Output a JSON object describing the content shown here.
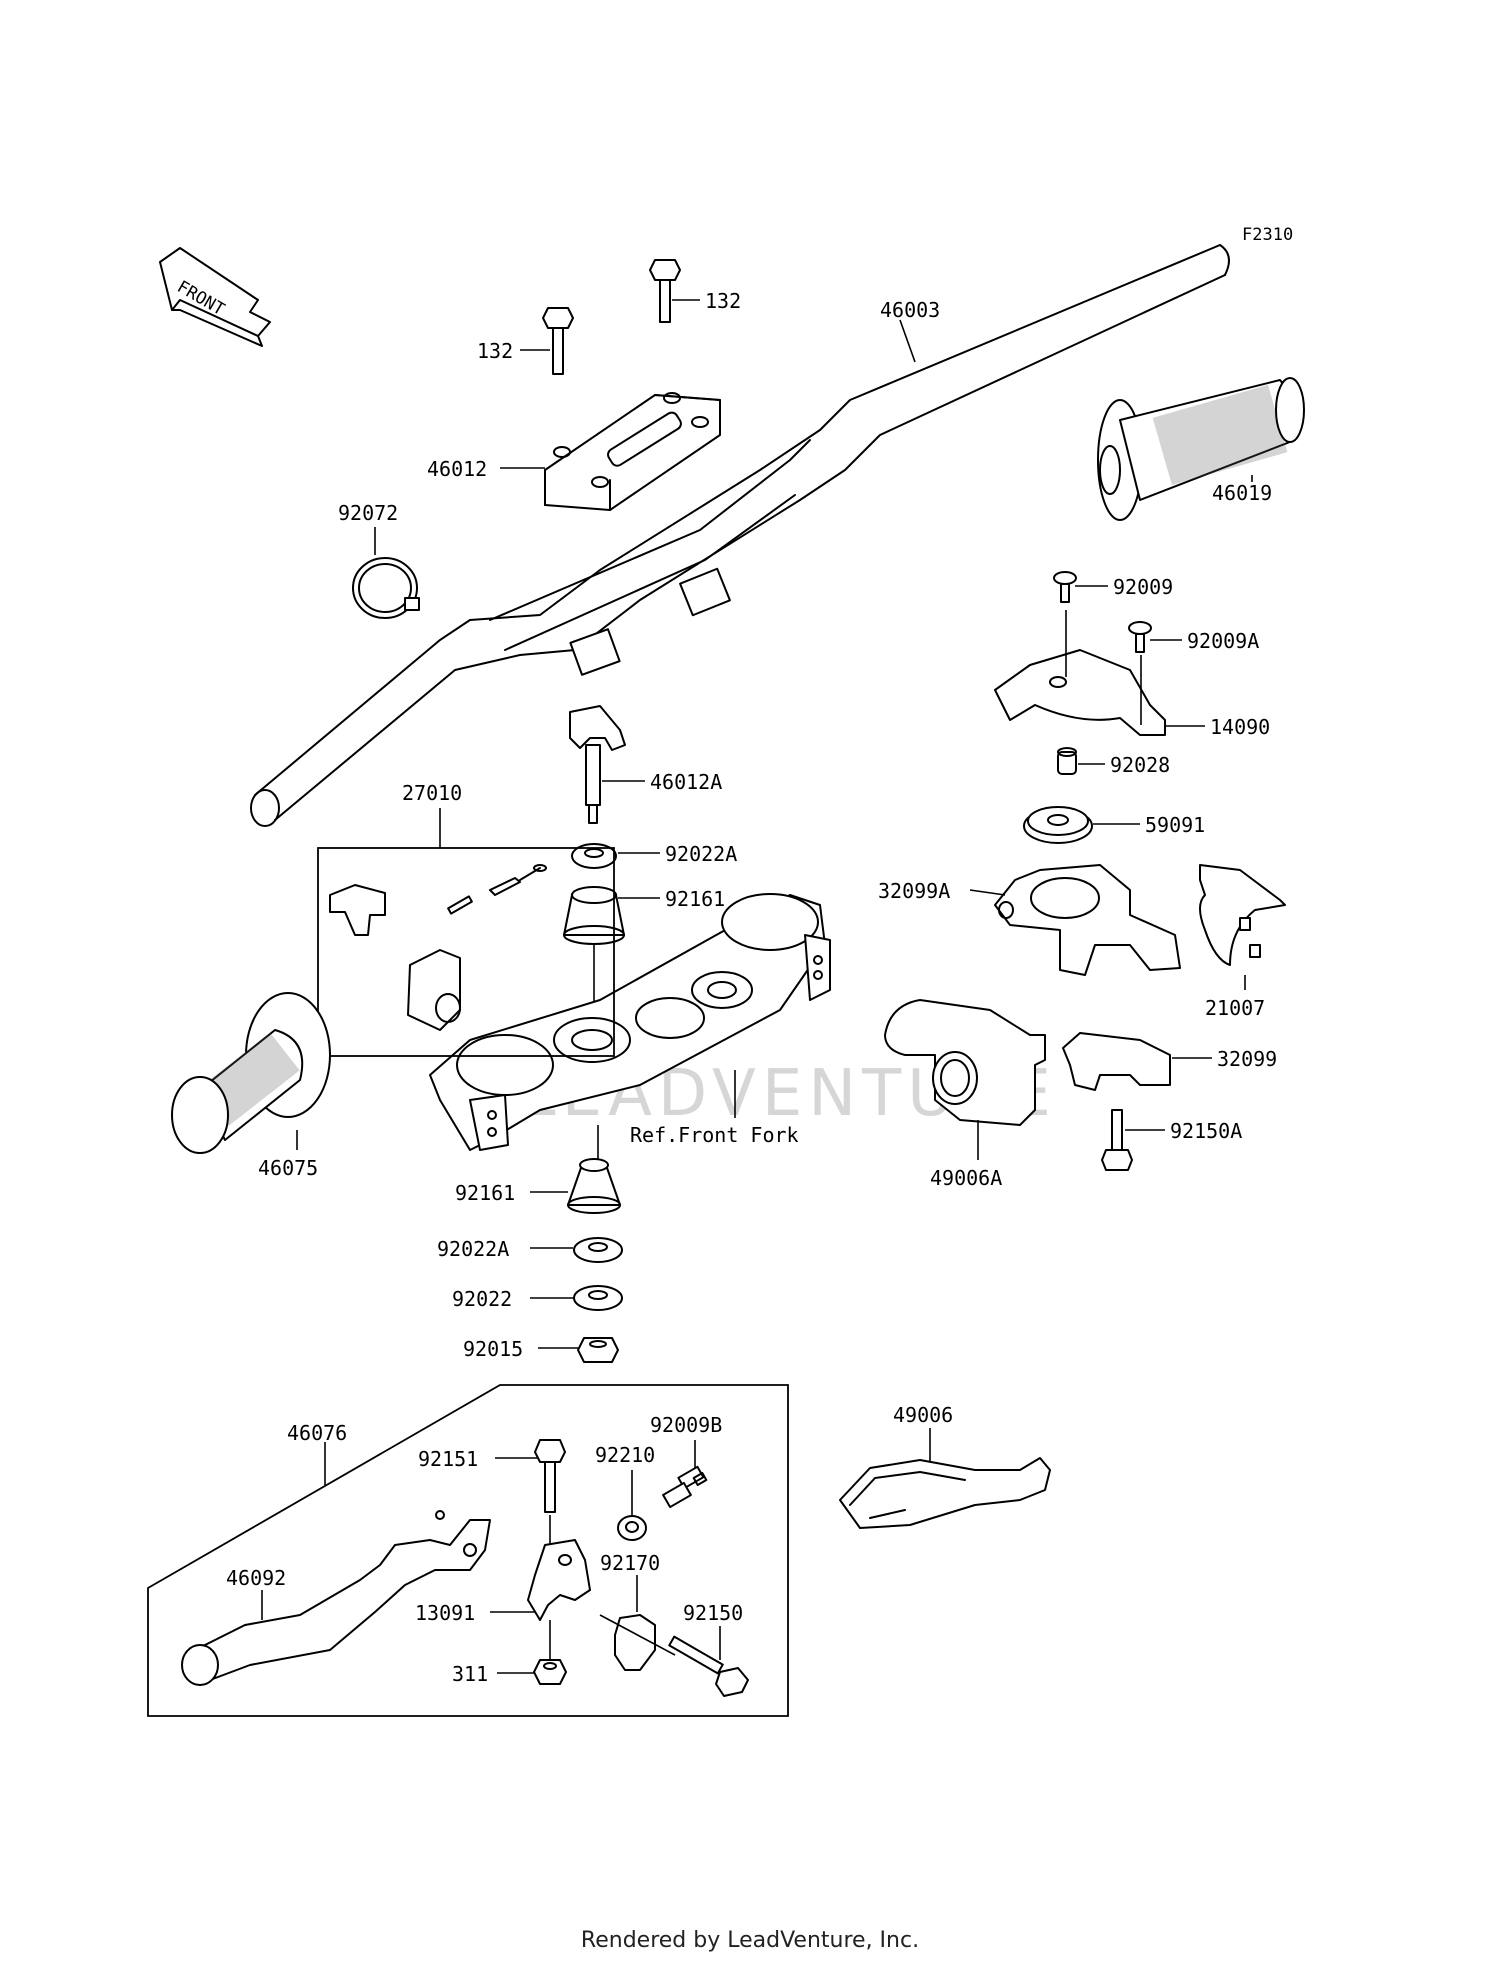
{
  "figure_code": "F2310",
  "front_label": "FRONT",
  "reference_label": "Ref.Front Fork",
  "watermark": "LEADVENTURE",
  "footer": "Rendered by LeadVenture, Inc.",
  "labels": {
    "l46003": "46003",
    "l132a": "132",
    "l132b": "132",
    "l46012": "46012",
    "l92072": "92072",
    "l46019": "46019",
    "l92009": "92009",
    "l92009A": "92009A",
    "l14090": "14090",
    "l92028": "92028",
    "l59091": "59091",
    "l46012A": "46012A",
    "l27010": "27010",
    "l92022A_top": "92022A",
    "l92161_top": "92161",
    "l32099A": "32099A",
    "l21007": "21007",
    "l32099": "32099",
    "l92150A": "92150A",
    "l49006A": "49006A",
    "l46075": "46075",
    "l92161_bot": "92161",
    "l92022A_bot": "92022A",
    "l92022": "92022",
    "l92015": "92015",
    "l46076": "46076",
    "l92009B": "92009B",
    "l92151": "92151",
    "l92210": "92210",
    "l46092": "46092",
    "l92170": "92170",
    "l13091": "13091",
    "l92150": "92150",
    "l311": "311",
    "l49006": "49006"
  }
}
